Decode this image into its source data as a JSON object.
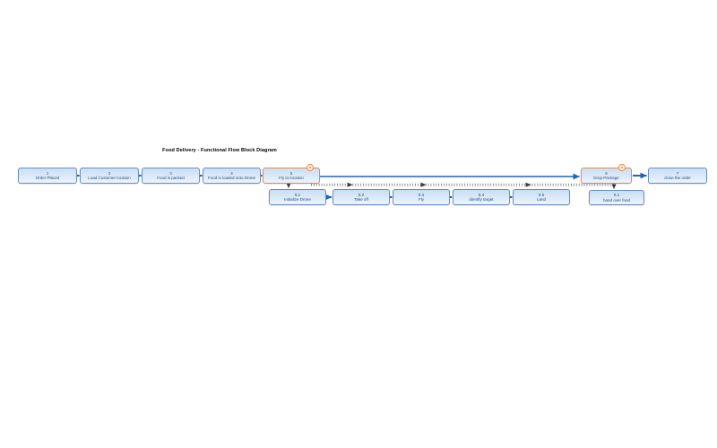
{
  "title": "Food Delivery - Functional Flow Block Diagram",
  "colors": {
    "block_border": "#6c8ebf",
    "block_fill_top": "#c9def5",
    "block_fill_bottom": "#ecf4fd",
    "highlight_border": "#f0883e",
    "arrow_blue": "#1d63bd",
    "text": "#234a7d"
  },
  "main_flow": [
    {
      "id": "1",
      "label": "Order Placed",
      "highlight": false
    },
    {
      "id": "2",
      "label": "Load Customer location",
      "highlight": false
    },
    {
      "id": "3",
      "label": "Food is packed",
      "highlight": false
    },
    {
      "id": "4",
      "label": "Food is loaded onto Drone",
      "highlight": false
    },
    {
      "id": "5",
      "label": "Fly to location",
      "highlight": true
    },
    {
      "id": "6",
      "label": "Drop Package",
      "highlight": true
    },
    {
      "id": "7",
      "label": "close the order",
      "highlight": false
    }
  ],
  "sub_flow_5": [
    {
      "id": "5.1",
      "label": "Initialize Drone"
    },
    {
      "id": "5.2",
      "label": "Take off"
    },
    {
      "id": "5.3",
      "label": "Fly"
    },
    {
      "id": "5.4",
      "label": "identify target"
    },
    {
      "id": "5.5",
      "label": "Land"
    }
  ],
  "sub_flow_6": [
    {
      "id": "6.1",
      "label": "hand over food"
    }
  ],
  "icons": {
    "collapse_badge": "circle-collapse-icon"
  }
}
